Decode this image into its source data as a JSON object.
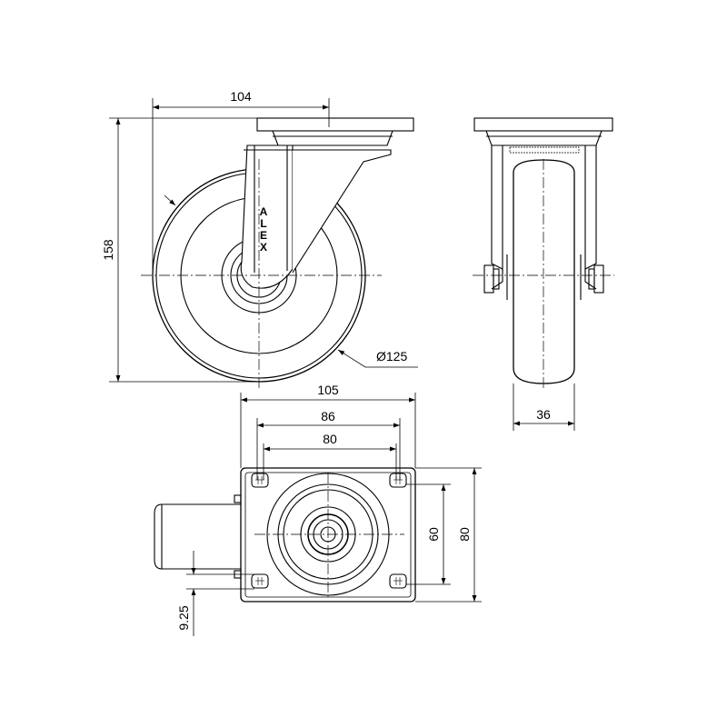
{
  "drawing": {
    "brand_letters": [
      "A",
      "L",
      "E",
      "X"
    ],
    "dimensions": {
      "side_width": "104",
      "side_height": "158",
      "wheel_diameter": "Ø125",
      "front_wheel_width": "36",
      "top_overall": "105",
      "top_outer_holes": "86",
      "top_inner_holes": "80",
      "plate_height": "80",
      "hole_spacing_vertical": "60",
      "offset": "9.25"
    },
    "colors": {
      "line": "#000000",
      "background": "#ffffff"
    }
  }
}
